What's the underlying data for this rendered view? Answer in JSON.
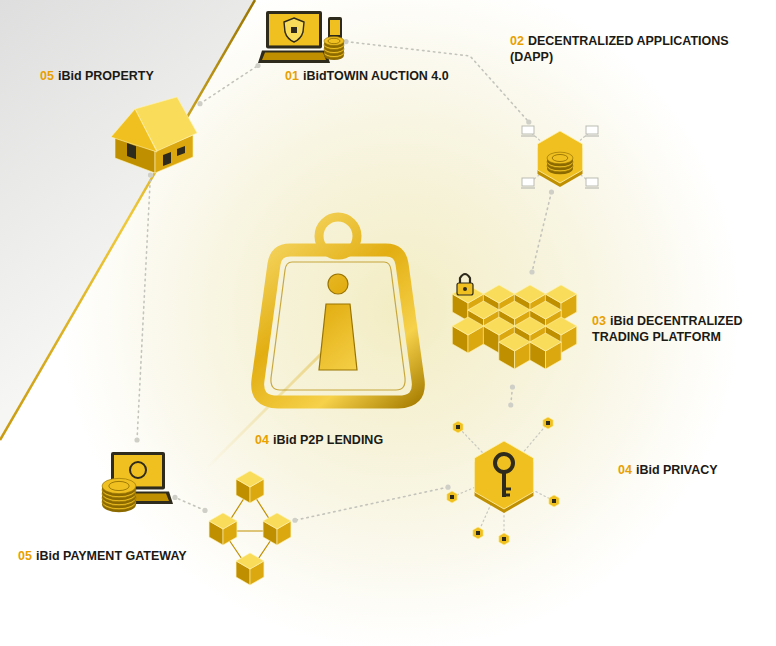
{
  "diagram": {
    "nodes": [
      {
        "text": [
          "01",
          "iBidTOWIN AUCTION 4.0"
        ]
      },
      {
        "text": [
          "02",
          "DECENTRALIZED APPLICATIONS (DAPP)"
        ]
      },
      {
        "text": [
          "03",
          "iBid DECENTRALIZED TRADING PLATFORM"
        ]
      },
      {
        "text": [
          "04",
          "iBid PRIVACY"
        ]
      },
      {
        "text": [
          "04",
          "iBid P2P LENDING"
        ]
      },
      {
        "text": [
          "05",
          "iBid PAYMENT GATEWAY"
        ]
      },
      {
        "text": [
          "05",
          "iBid PROPERTY"
        ]
      }
    ],
    "edges": [
      {
        "from": 0,
        "to": 1,
        "arrow": "none"
      },
      {
        "from": 1,
        "to": 2,
        "arrow": "none"
      },
      {
        "from": 2,
        "to": 3,
        "arrow": "none"
      },
      {
        "from": 3,
        "to": 4,
        "arrow": "none"
      },
      {
        "from": 4,
        "to": 5,
        "arrow": "none"
      },
      {
        "from": 5,
        "to": 6,
        "arrow": "none"
      },
      {
        "from": 6,
        "to": 0,
        "arrow": "none"
      }
    ]
  }
}
